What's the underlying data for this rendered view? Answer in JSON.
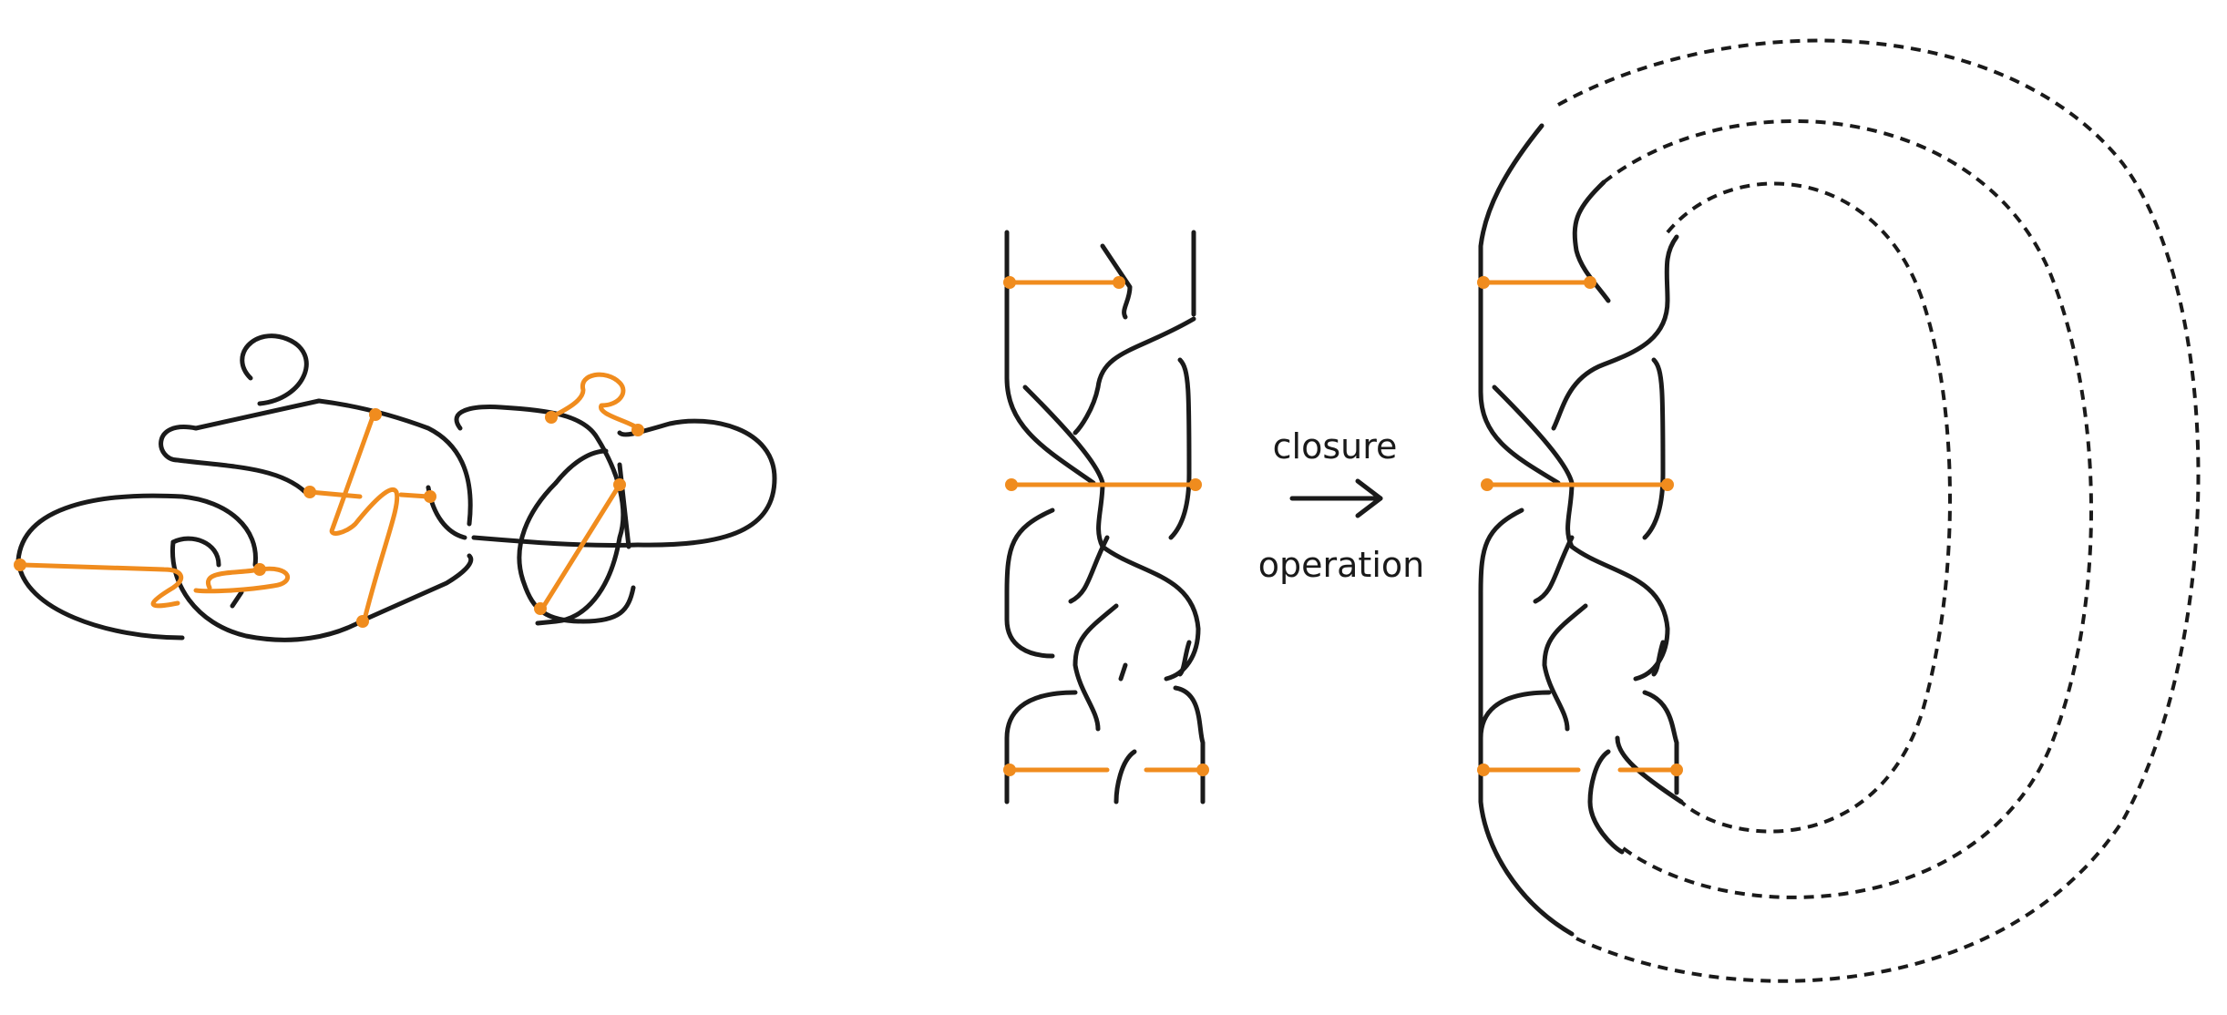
{
  "colors": {
    "strand": "#1a1a1a",
    "chord": "#f08c1e",
    "background": "#ffffff"
  },
  "operation": {
    "line1": "closure",
    "line2": "operation",
    "arrow_icon": "long-right-arrow"
  }
}
